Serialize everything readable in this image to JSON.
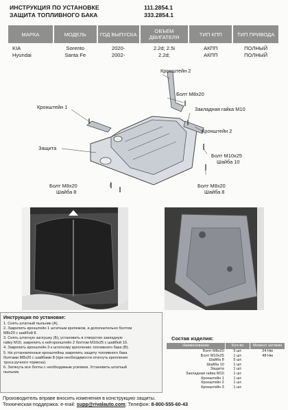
{
  "header": {
    "line1": "ИНСТРУКЦИЯ ПО УСТАНОВКЕ",
    "line2": "ЗАЩИТА ТОПЛИВНОГО БАКА",
    "code1": "111.2854.1",
    "code2": "333.2854.1"
  },
  "spec_table": {
    "headers": [
      "МАРКА",
      "МОДЕЛЬ",
      "ГОД ВЫПУСКА",
      "ОБЪЕМ ДВИГАТЕЛЯ",
      "ТИП КПП",
      "ТИП ПРИВОДА"
    ],
    "brand": [
      "KIA",
      "Hyundai"
    ],
    "model": [
      "Sorento",
      "Santa Fe"
    ],
    "year": [
      "2020-",
      "2002-"
    ],
    "engine": [
      "2.2d; 2.5i",
      "2.2d;"
    ],
    "gearbox": [
      "АКПП",
      "АКПП"
    ],
    "drive": [
      "ПОЛНЫЙ",
      "ПОЛНЫЙ"
    ]
  },
  "diagram_labels": {
    "bracket2_top": "Кронштейн 2",
    "bolt_m8_top": "Болт М8х20",
    "bracket1": "Кронштейн 1",
    "nut_m10": "Закладная гайка М10",
    "bracket2_mid": "Кронштейн 2",
    "guard": "Защита",
    "bolt_m10_line1": "Болт М10х25",
    "bolt_m10_line2": "Шайба 10",
    "bolt_m8_left_line1": "Болт М8х20",
    "bolt_m8_left_line2": "Шайба 8",
    "bolt_m8_right_line1": "Болт М8х20",
    "bolt_m8_right_line2": "Шайба 8"
  },
  "instructions": {
    "title": "Инструкция по установке:",
    "steps": [
      "1. Снять штатный пыльник (А).",
      "2. Закрепить кронштейн 1 штатным крепежом, и дополнительно болтом",
      "М8х20 с шайбой 8.",
      "3. Снять штатную заглушку (Б), установить в отверстие закладную",
      "гайку М10, закрепить к ней кронштейн 2 болтом М10х25 с шайбой 10.",
      "4. Закрепить кронштейн 3 к штатному креплению топливного бака (В).",
      "5. На установленные кронштейны закрепить защиту топливного бака",
      "болтами М8х20 с шайбами 8 (при необходимости отогнуть крепление",
      "троса ручного тормоза).",
      "6. Затянуть все болты с необходимым усилием. Установить штатный",
      "пыльник."
    ]
  },
  "components": {
    "title": "Состав изделия:",
    "headers": [
      "Наименование",
      "Кол-во",
      "Момент затяжки"
    ],
    "rows": [
      {
        "name": "Болт М8х20",
        "qty": "5 шт.",
        "torque": "24 Нм"
      },
      {
        "name": "Болт М10х25",
        "qty": "1 шт.",
        "torque": "48 Нм"
      },
      {
        "name": "Шайба 8",
        "qty": "5 шт.",
        "torque": ""
      },
      {
        "name": "Шайба 10",
        "qty": "1 шт.",
        "torque": ""
      },
      {
        "name": "Защита",
        "qty": "1 шт.",
        "torque": ""
      },
      {
        "name": "Закладная гайка М10",
        "qty": "1 шт.",
        "torque": ""
      },
      {
        "name": "Кронштейн 1",
        "qty": "1 шт.",
        "torque": ""
      },
      {
        "name": "Кронштейн 2",
        "qty": "1 шт.",
        "torque": ""
      },
      {
        "name": "Кронштейн 3",
        "qty": "1 шт.",
        "torque": ""
      }
    ]
  },
  "footer": {
    "line1": "Производитель вправе вносить изменения в конструкцию защиты.",
    "support_label": "Техническая поддержка: e-mail: ",
    "email": "supp@rivalauto.com",
    "phone_label": "; Телефон: ",
    "phone": "8-800-555-60-43"
  }
}
